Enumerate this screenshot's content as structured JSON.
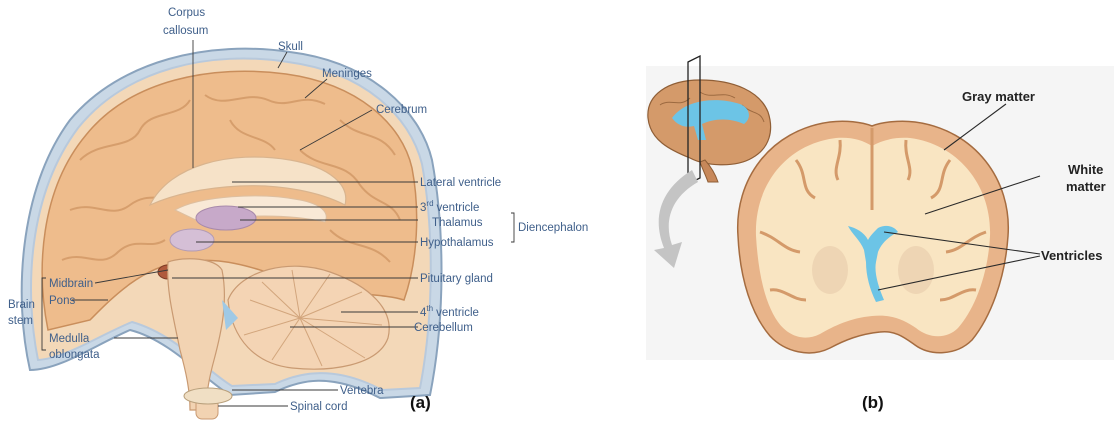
{
  "panel_a": {
    "caption": "(a)",
    "labels": {
      "corpus_callosum_1": "Corpus",
      "corpus_callosum_2": "callosum",
      "skull": "Skull",
      "meninges": "Meninges",
      "cerebrum": "Cerebrum",
      "lateral_ventricle": "Lateral ventricle",
      "third_ventricle_num": "3",
      "third_ventricle_sup": "rd",
      "third_ventricle_word": "ventricle",
      "thalamus": "Thalamus",
      "hypothalamus": "Hypothalamus",
      "diencephalon": "Diencephalon",
      "pituitary_gland": "Pituitary gland",
      "fourth_ventricle_num": "4",
      "fourth_ventricle_sup": "th",
      "fourth_ventricle_word": "ventricle",
      "cerebellum": "Cerebellum",
      "vertebra": "Vertebra",
      "spinal_cord": "Spinal cord",
      "midbrain": "Midbrain",
      "pons": "Pons",
      "medulla_1": "Medulla",
      "medulla_2": "oblongata",
      "brain_stem_1": "Brain",
      "brain_stem_2": "stem"
    }
  },
  "panel_b": {
    "caption": "(b)",
    "labels": {
      "gray_matter": "Gray matter",
      "white_matter_1": "White",
      "white_matter_2": "matter",
      "ventricles": "Ventricles"
    }
  },
  "colors": {
    "label_text": "#3f5f8a",
    "brain_tissue": "#eebc8c",
    "white_matter": "#f9e5c2",
    "gray_matter": "#e8b48a",
    "ventricle": "#6cc4e6",
    "cerebellum": "#f4d4b4",
    "thalamus": "#c7a9c9"
  }
}
